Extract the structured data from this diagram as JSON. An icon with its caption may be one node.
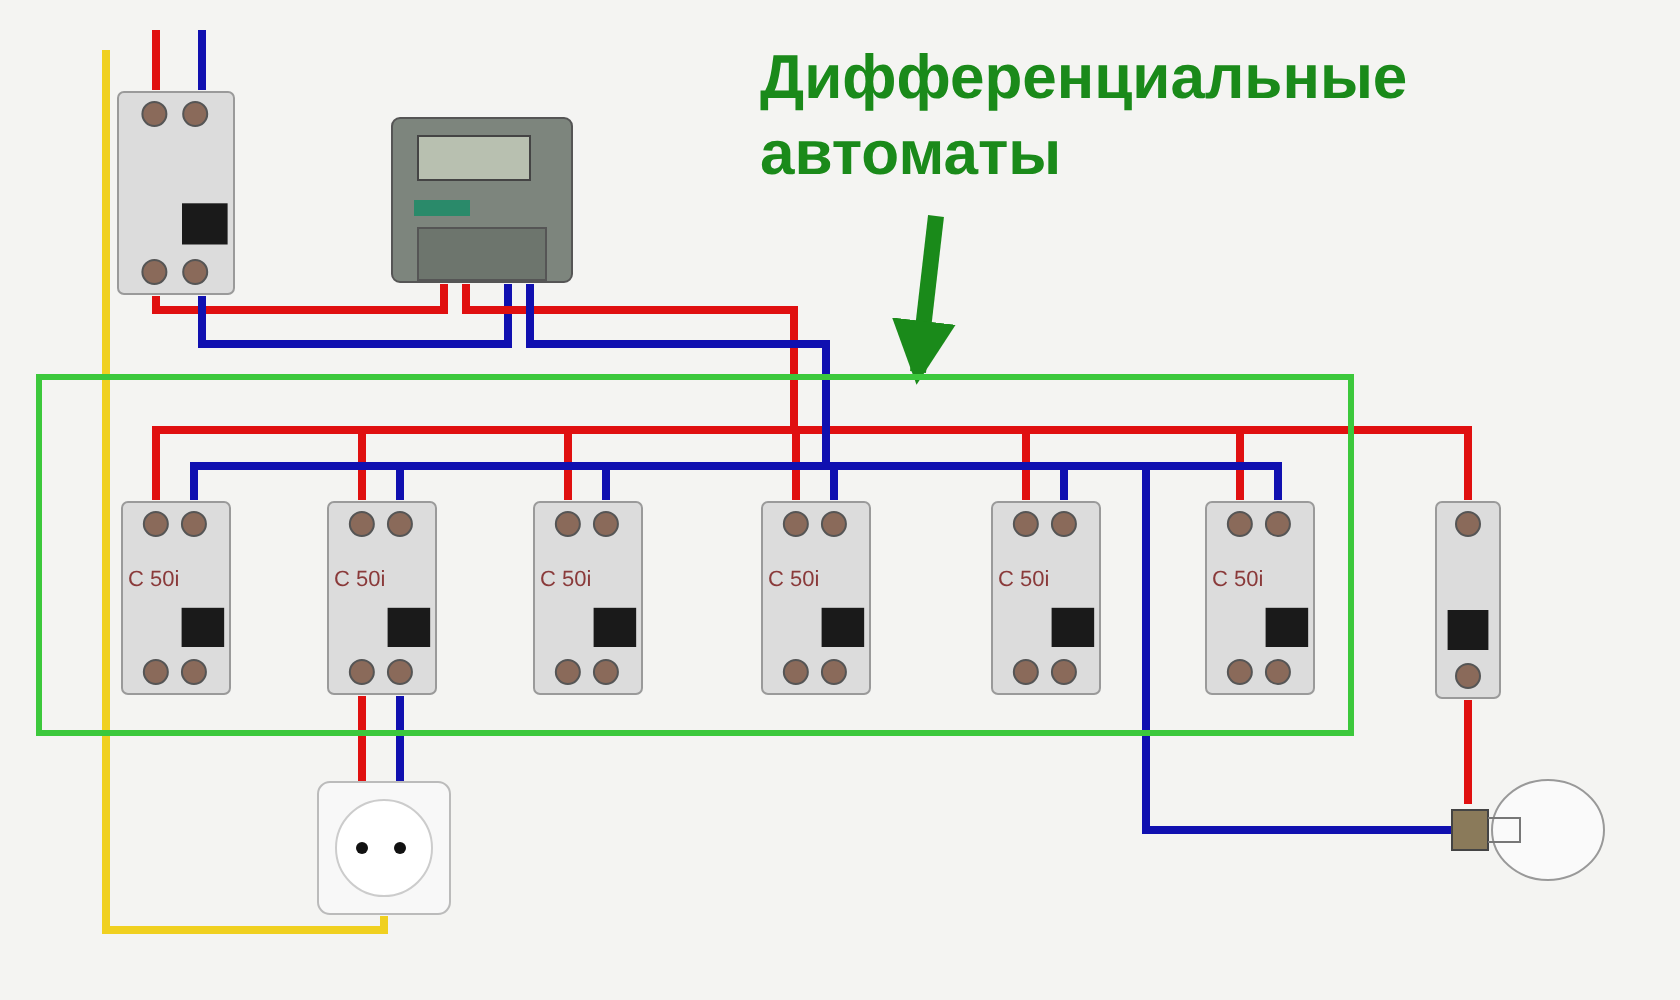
{
  "diagram": {
    "nodes": [
      {
        "text": [
          "Дифференциальные автоматы"
        ]
      },
      {
        "text": [],
        "shape": "box"
      },
      {
        "text": [],
        "shape": "picture"
      },
      {
        "text": [],
        "shape": "picture"
      },
      {
        "text": [
          "C 50i"
        ],
        "in": 1
      },
      {
        "text": [
          "C 50i"
        ],
        "in": 1
      },
      {
        "text": [
          "C 50i"
        ],
        "in": 1
      },
      {
        "text": [
          "C 50i"
        ],
        "in": 1
      },
      {
        "text": [
          "C 50i"
        ],
        "in": 1
      },
      {
        "text": [
          "C 50i"
        ],
        "in": 1
      },
      {
        "text": [],
        "shape": "picture"
      },
      {
        "text": [],
        "shape": "picture"
      },
      {
        "text": [],
        "shape": "picture"
      }
    ],
    "edges": [
      {
        "from": 0,
        "to": 1,
        "arrow": "to",
        "style": "thick",
        "color": "#1a8a1a"
      },
      {
        "from": null,
        "to": 2,
        "arrow": "none"
      },
      {
        "from": null,
        "to": 2,
        "arrow": "none",
        "color": "#1010b0"
      },
      {
        "from": 2,
        "to": 3,
        "arrow": "none"
      },
      {
        "from": 2,
        "to": 3,
        "arrow": "none",
        "color": "#1010b0"
      },
      {
        "from": 3,
        "to": 4,
        "arrow": "none"
      },
      {
        "from": 3,
        "to": 5,
        "arrow": "none"
      },
      {
        "from": 3,
        "to": 6,
        "arrow": "none"
      },
      {
        "from": 3,
        "to": 7,
        "arrow": "none"
      },
      {
        "from": 3,
        "to": 8,
        "arrow": "none"
      },
      {
        "from": 3,
        "to": 9,
        "arrow": "none"
      },
      {
        "from": 3,
        "to": 10,
        "arrow": "none"
      },
      {
        "from": 3,
        "to": 4,
        "arrow": "none",
        "color": "#1010b0"
      },
      {
        "from": 3,
        "to": 5,
        "arrow": "none",
        "color": "#1010b0"
      },
      {
        "from": 3,
        "to": 6,
        "arrow": "none",
        "color": "#1010b0"
      },
      {
        "from": 3,
        "to": 7,
        "arrow": "none",
        "color": "#1010b0"
      },
      {
        "from": 3,
        "to": 8,
        "arrow": "none",
        "color": "#1010b0"
      },
      {
        "from": 3,
        "to": 9,
        "arrow": "none",
        "color": "#1010b0"
      },
      {
        "from": 3,
        "to": 12,
        "arrow": "none",
        "color": "#1010b0"
      },
      {
        "from": 5,
        "to": 11,
        "arrow": "none"
      },
      {
        "from": 5,
        "to": 11,
        "arrow": "none",
        "color": "#1010b0"
      },
      {
        "from": 10,
        "to": 12,
        "arrow": "none"
      },
      {
        "from": null,
        "to": 11,
        "arrow": "none",
        "color": "#f0d020"
      }
    ]
  }
}
